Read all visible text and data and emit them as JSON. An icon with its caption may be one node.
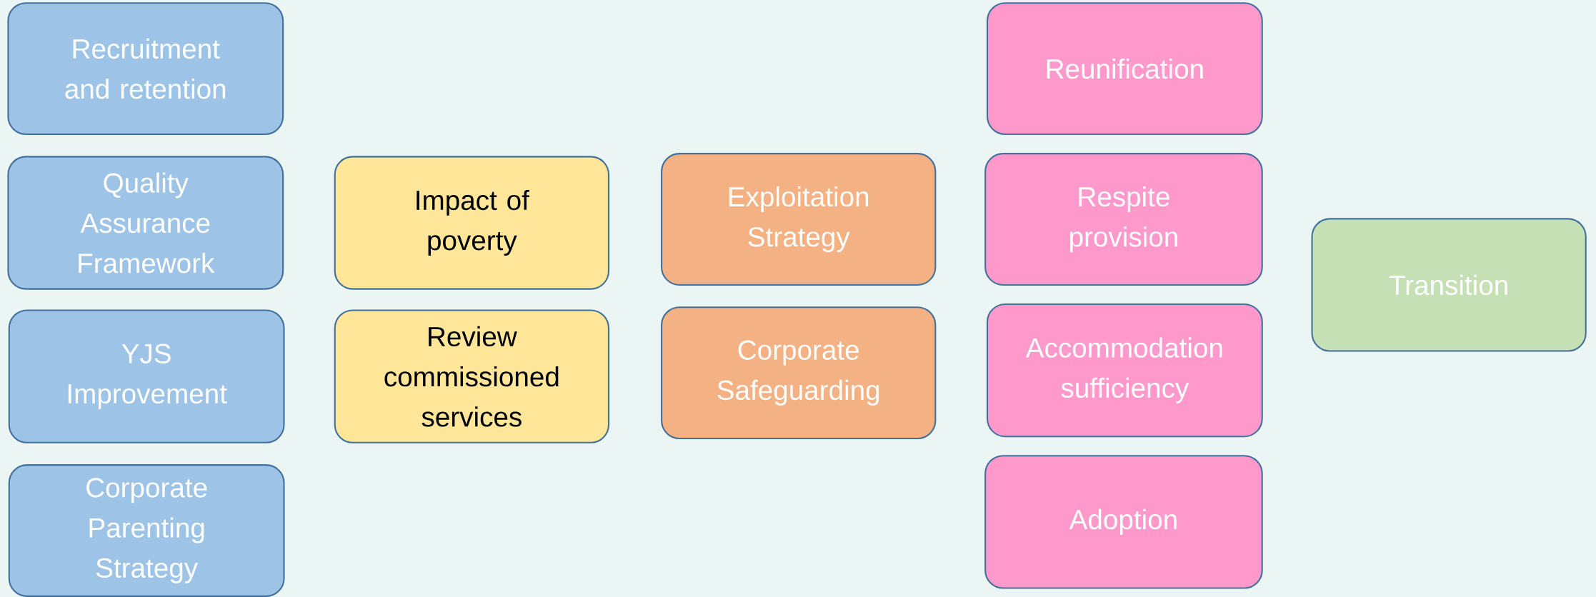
{
  "diagram": {
    "nodes": [
      {
        "text": [
          "Recruitment and retention"
        ]
      },
      {
        "text": [
          "Quality Assurance Framework"
        ]
      },
      {
        "text": [
          "YJS Improvement"
        ]
      },
      {
        "text": [
          "Corporate Parenting Strategy"
        ]
      },
      {
        "text": [
          "Impact of poverty"
        ]
      },
      {
        "text": [
          "Review commissioned services"
        ]
      },
      {
        "text": [
          "Exploitation Strategy"
        ]
      },
      {
        "text": [
          "Corporate Safeguarding"
        ]
      },
      {
        "text": [
          "Reunification"
        ]
      },
      {
        "text": [
          "Respite provision"
        ]
      },
      {
        "text": [
          "Accommodation sufficiency"
        ]
      },
      {
        "text": [
          "Adoption"
        ]
      },
      {
        "text": [
          "Transition"
        ]
      }
    ]
  }
}
